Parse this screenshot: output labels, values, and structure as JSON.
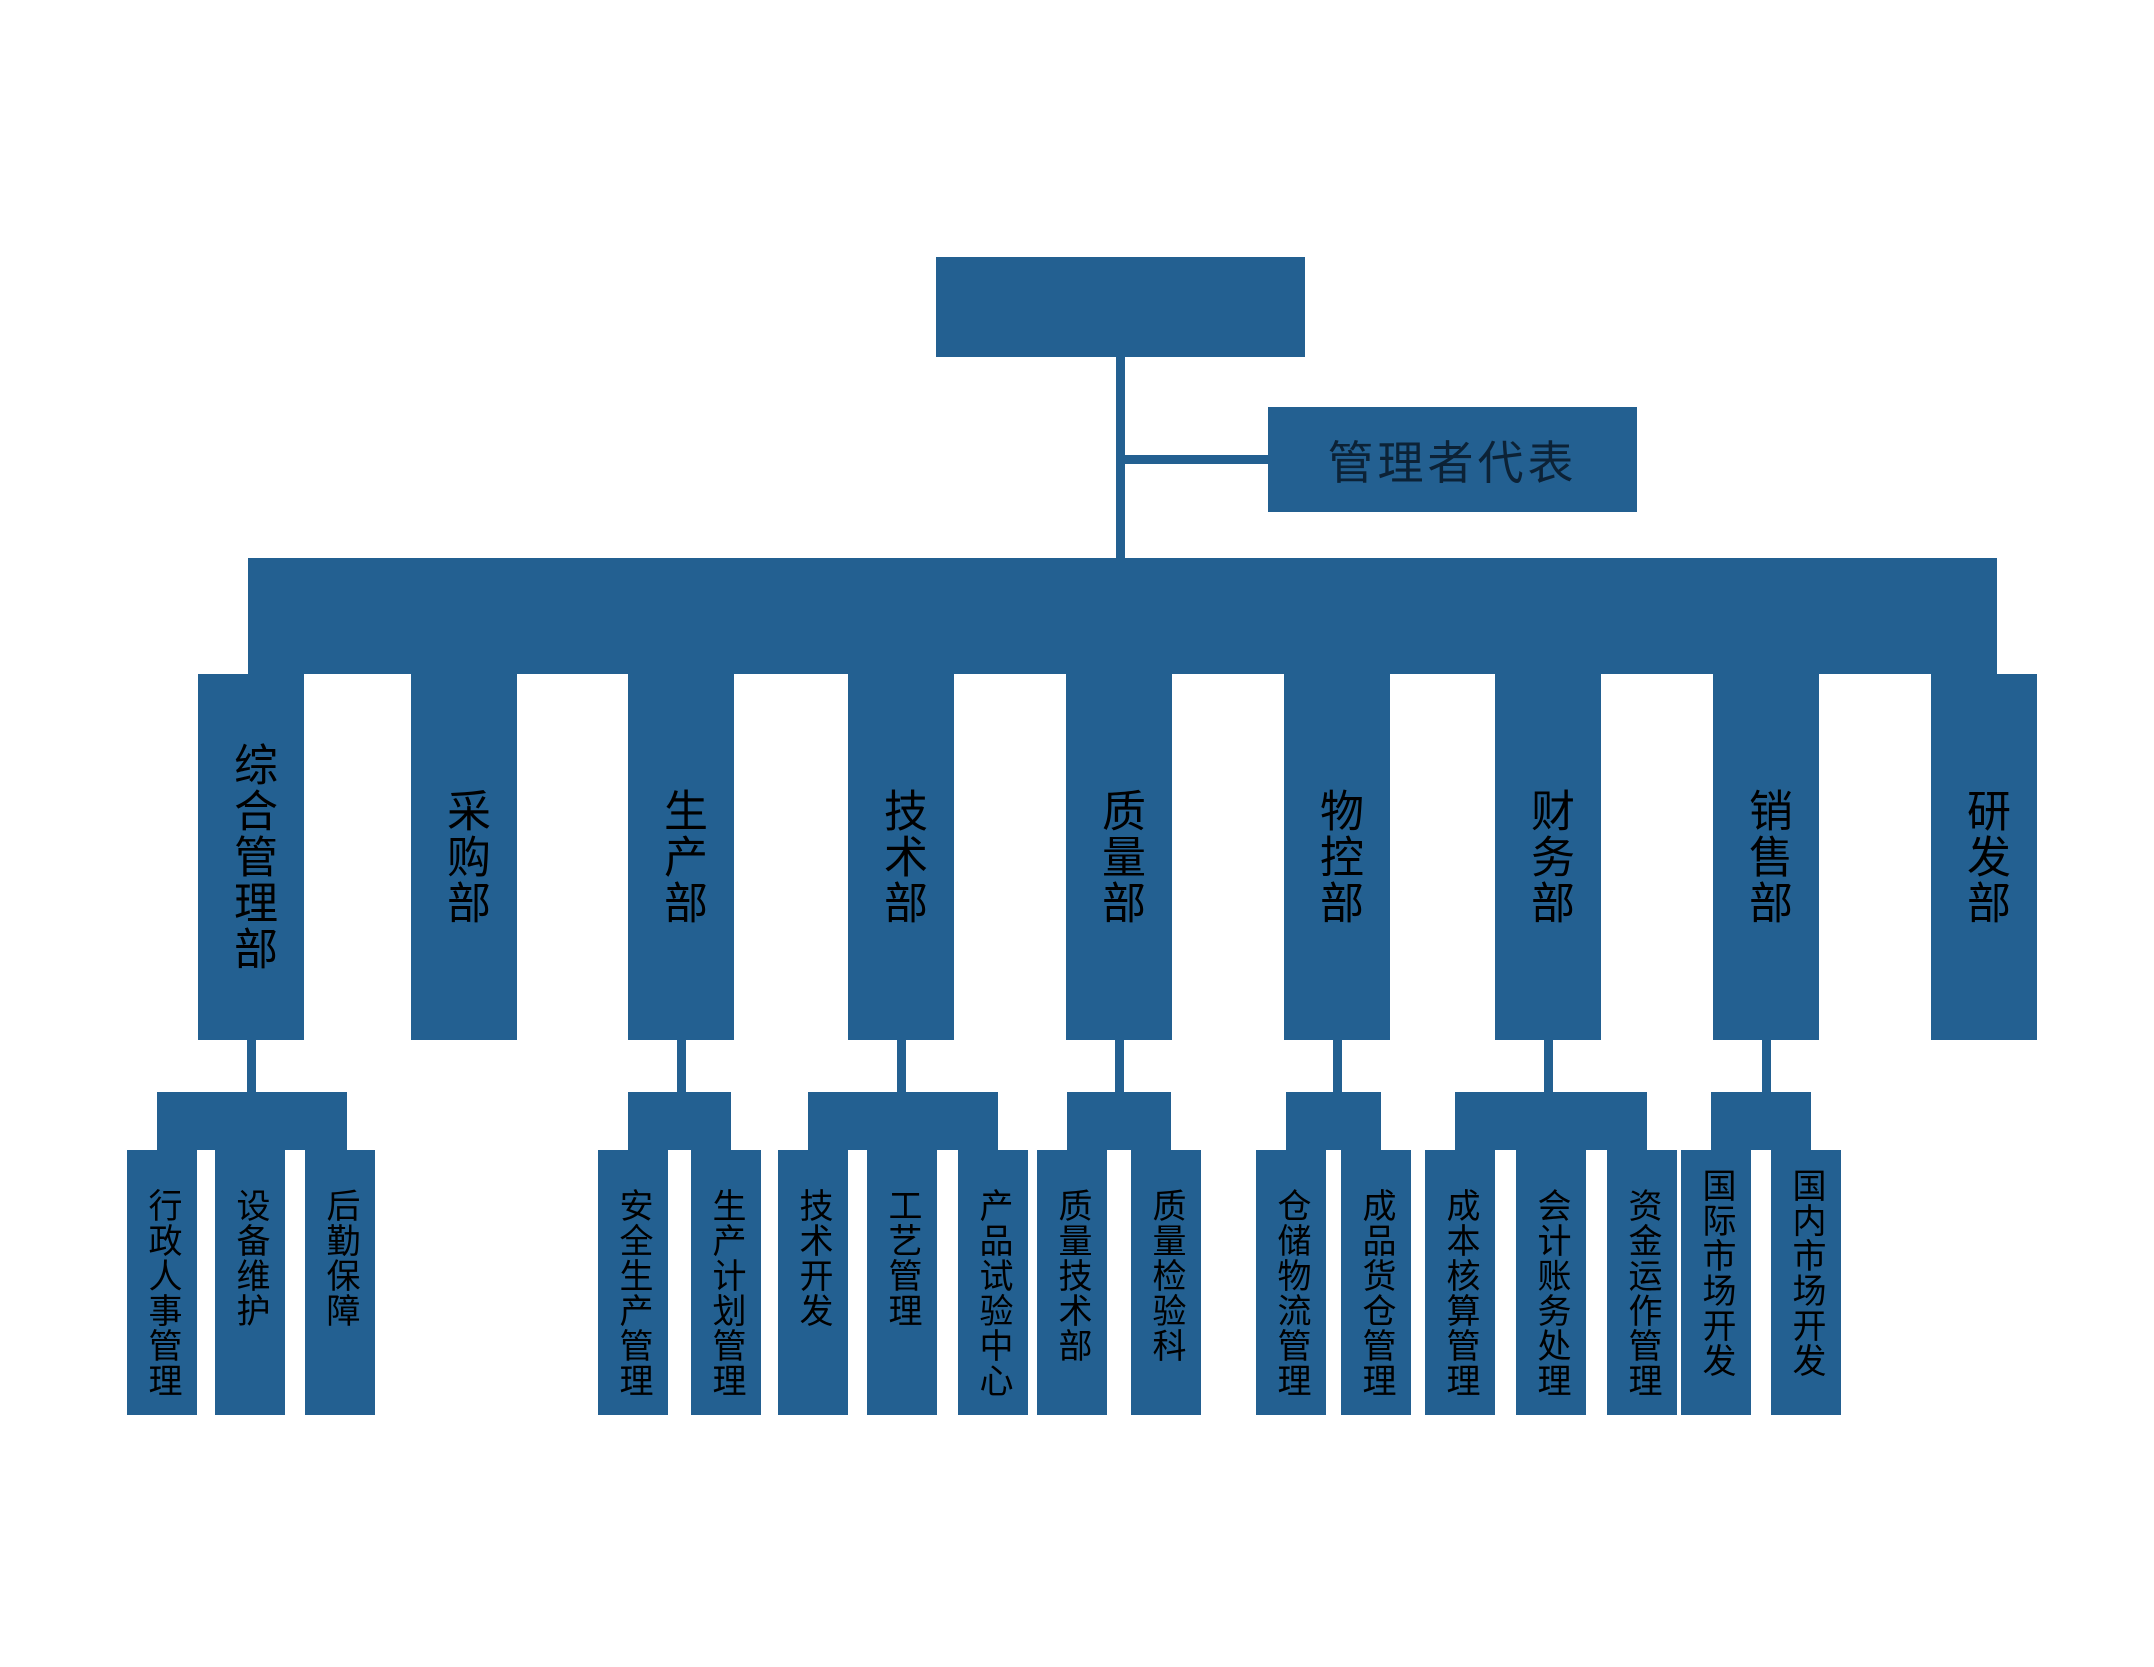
{
  "org": {
    "root": {
      "label": ""
    },
    "management_rep": {
      "label": "管理者代表"
    },
    "departments": [
      {
        "label": "综合管理部",
        "children": [
          "行政人事管理",
          "设备维护",
          "后勤保障"
        ]
      },
      {
        "label": "采购部",
        "children": []
      },
      {
        "label": "生产部",
        "children": [
          "安全生产管理",
          "生产计划管理"
        ]
      },
      {
        "label": "技术部",
        "children": [
          "技术开发",
          "工艺管理",
          "产品试验中心"
        ]
      },
      {
        "label": "质量部",
        "children": [
          "质量技术部",
          "质量检验科"
        ]
      },
      {
        "label": "物控部",
        "children": [
          "仓储物流管理",
          "成品货仓管理"
        ]
      },
      {
        "label": "财务部",
        "children": [
          "成本核算管理",
          "会计账务处理",
          "资金运作管理"
        ]
      },
      {
        "label": "销售部",
        "children": [
          "国际市场开发",
          "国内市场开发"
        ]
      },
      {
        "label": "研发部",
        "children": []
      }
    ],
    "colors": {
      "node_fill": "#236091",
      "connector": "#236091",
      "department_text": "#000000",
      "management_rep_text": "#0c2236",
      "background": "#ffffff"
    }
  }
}
